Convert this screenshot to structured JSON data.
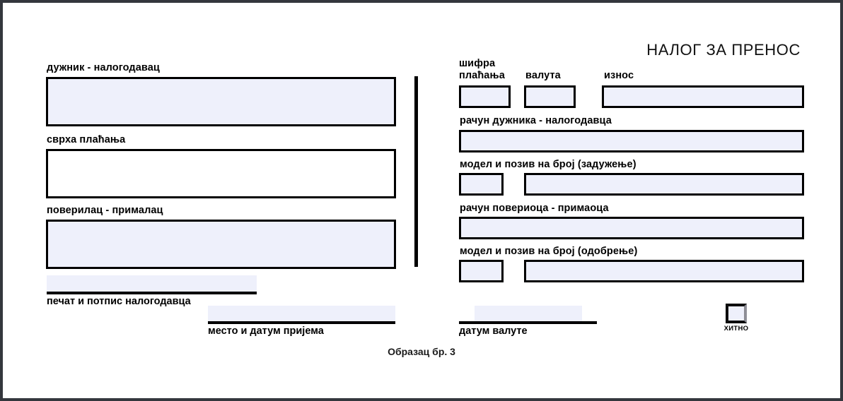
{
  "document": {
    "title": "НАЛОГ ЗА ПРЕНОС",
    "footer": "Образац бр. 3"
  },
  "left_column": {
    "debtor": {
      "label": "дужник - налогодавац",
      "value": ""
    },
    "purpose": {
      "label": "сврха плаћања",
      "value": ""
    },
    "creditor": {
      "label": "поверилац - прималац",
      "value": ""
    }
  },
  "right_column": {
    "payment_code": {
      "label_line1": "шифра",
      "label_line2": "плаћања",
      "value": ""
    },
    "currency": {
      "label": "валута",
      "value": ""
    },
    "amount": {
      "label": "износ",
      "value": ""
    },
    "debtor_account": {
      "label": "рачун дужника - налогодавца",
      "value": ""
    },
    "model_debit": {
      "label": "модел и позив на број (задужење)",
      "model_value": "",
      "reference_value": ""
    },
    "creditor_account": {
      "label": "рачун повериоца - примаоца",
      "value": ""
    },
    "model_credit": {
      "label": "модел и позив на број (одобрење)",
      "model_value": "",
      "reference_value": ""
    }
  },
  "signatures": {
    "stamp_signature": {
      "caption": "печат и потпис налогодавца",
      "value": ""
    },
    "place_and_date": {
      "caption": "место и датум пријема",
      "value": ""
    },
    "value_date": {
      "caption": "датум валуте",
      "value": ""
    }
  },
  "urgent": {
    "label": "ХИТНО",
    "checked": false,
    "icon": "checkbox-empty-icon"
  },
  "colors": {
    "field_fill": "#eef0fb",
    "field_border": "#000000",
    "page_border": "#34373d",
    "text": "#000000"
  }
}
